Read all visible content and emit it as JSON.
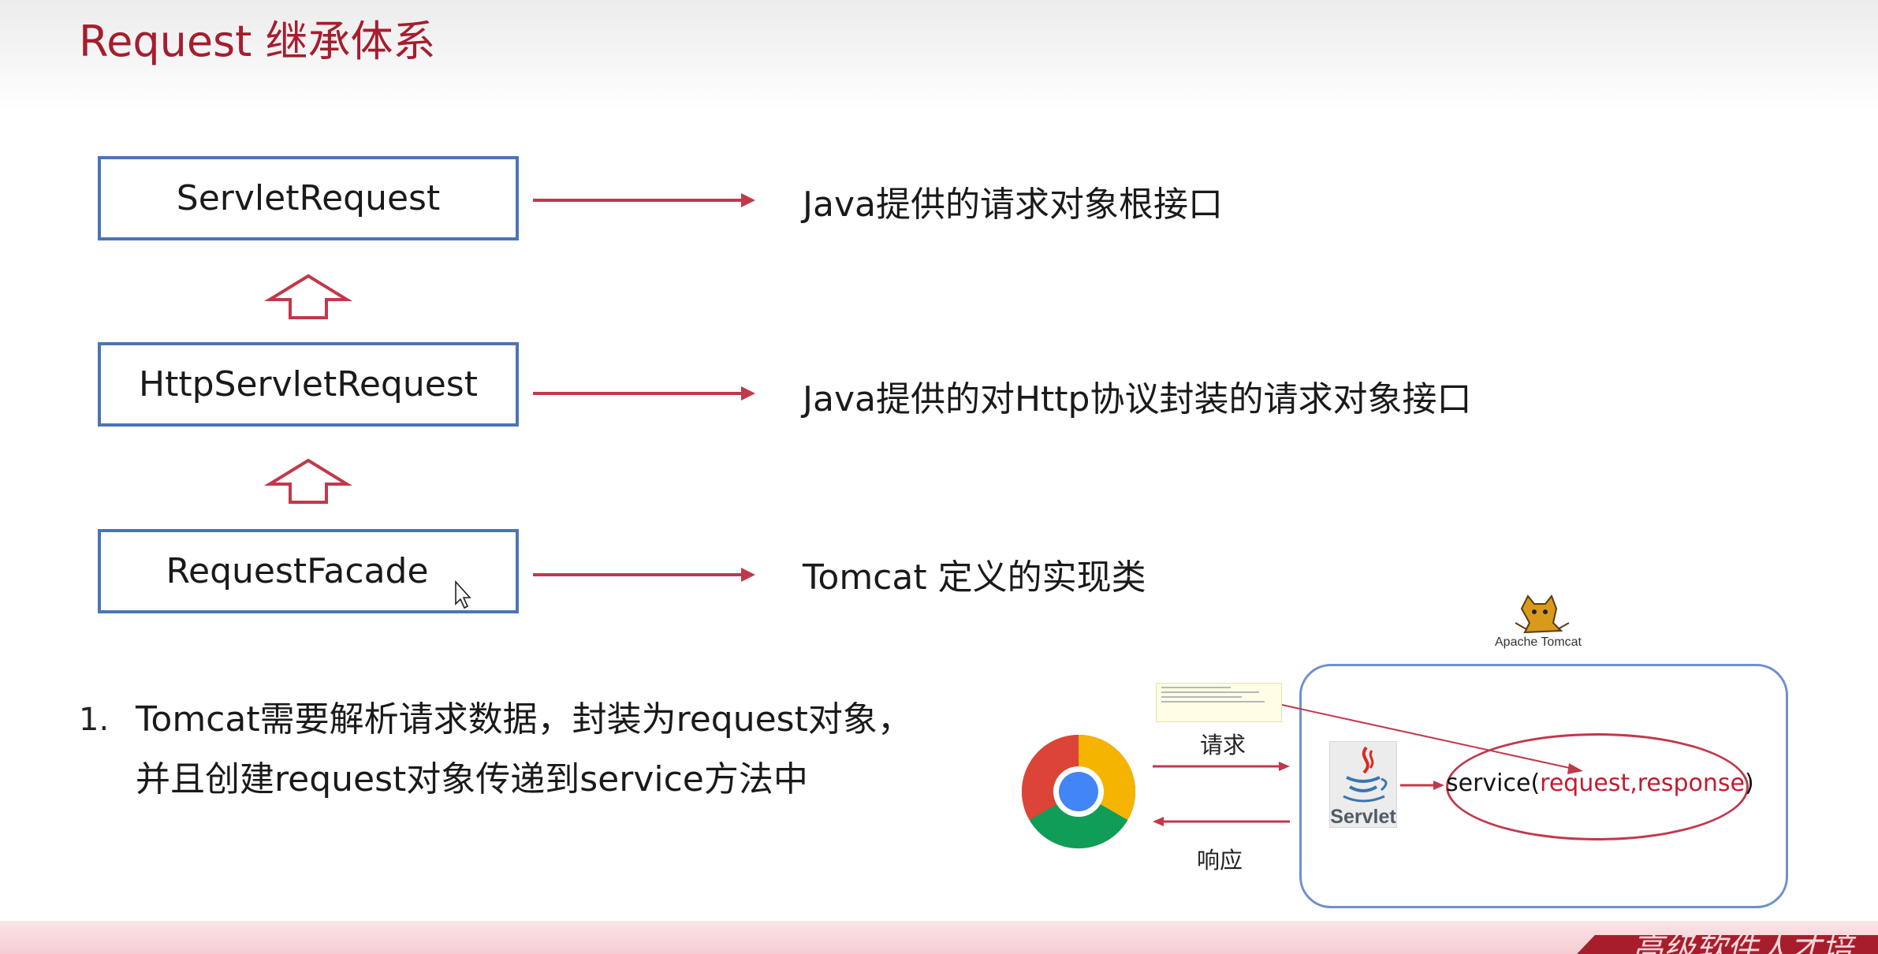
{
  "title": "Request 继承体系",
  "hierarchy": [
    {
      "class_name": "ServletRequest",
      "description": "Java提供的请求对象根接口"
    },
    {
      "class_name": "HttpServletRequest",
      "description": "Java提供的对Http协议封装的请求对象接口"
    },
    {
      "class_name": "RequestFacade",
      "description": "Tomcat 定义的实现类"
    }
  ],
  "list": {
    "number": "1.",
    "line1": "Tomcat需要解析请求数据，封装为request对象，",
    "line2": "并且创建request对象传递到service方法中"
  },
  "flow": {
    "request_label": "请求",
    "response_label": "响应",
    "container_label": "Apache Tomcat",
    "servlet_label": "Servlet",
    "service_prefix": "service(",
    "service_args": "request,response",
    "service_suffix": ")"
  },
  "footer": {
    "brand_text": "高级软件人才培"
  },
  "colors": {
    "title": "#a51e2f",
    "box_border": "#4b74b6",
    "arrow": "#c0394b",
    "container_border": "#6f90cf",
    "footer_brand": "#a81d2c"
  },
  "icons": [
    "chrome-logo-icon",
    "tomcat-cat-icon",
    "java-cup-icon",
    "mouse-cursor-icon",
    "up-arrow-icon",
    "right-arrow-icon"
  ]
}
